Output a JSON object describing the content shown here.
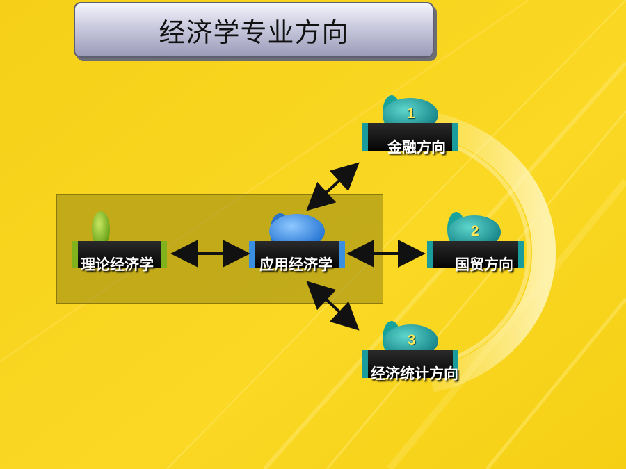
{
  "title": "经济学专业方向",
  "nodes": {
    "theory": {
      "label": "理论经济学"
    },
    "applied": {
      "label": "应用经济学"
    },
    "finance": {
      "number": "1",
      "label": "金融方向"
    },
    "trade": {
      "number": "2",
      "label": "国贸方向"
    },
    "statistics": {
      "number": "3",
      "label": "经济统计方向"
    }
  },
  "colors": {
    "background": "#f8d21a",
    "label_box": "#111111",
    "theory_accent": "#7fb21c",
    "applied_accent": "#3a8fe0",
    "branch_accent": "#1a9c9c"
  }
}
